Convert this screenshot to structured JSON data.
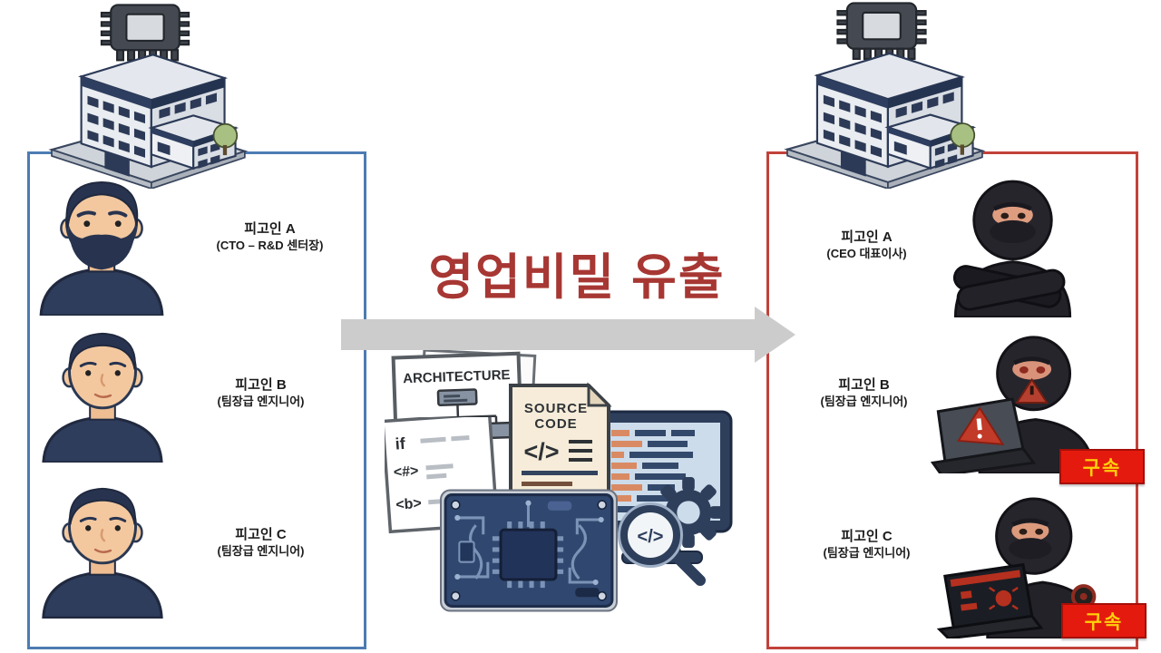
{
  "title": "영업비밀 유출",
  "colors": {
    "left_border": "#4c7cb3",
    "right_border": "#c2423a",
    "title_red": "#a73733",
    "badge_bg": "#e51a0e",
    "badge_border": "#a50f08",
    "badge_text": "#ffd20a",
    "arrow_gray": "#cccccc",
    "label_text": "#1c1c1c"
  },
  "left_company": {
    "members": [
      {
        "name": "피고인 A",
        "role": "(CTO – R&D 센터장)"
      },
      {
        "name": "피고인 B",
        "role": "(팀장급 엔지니어)"
      },
      {
        "name": "피고인 C",
        "role": "(팀장급 엔지니어)"
      }
    ]
  },
  "right_company": {
    "members": [
      {
        "name": "피고인 A",
        "role": "(CEO 대표이사)"
      },
      {
        "name": "피고인 B",
        "role": "(팀장급 엔지니어)",
        "badge": "구속"
      },
      {
        "name": "피고인 C",
        "role": "(팀장급 엔지니어)",
        "badge": "구속"
      }
    ]
  },
  "artifacts": {
    "architecture_title": "ARCHITECTURE",
    "source_code_title_line1": "SOURCE",
    "source_code_title_line2": "CODE",
    "code_glyph": "</>",
    "magnifier_glyph": "</>",
    "code_sheet_tokens": [
      "if",
      "<#>",
      "<b>"
    ]
  }
}
